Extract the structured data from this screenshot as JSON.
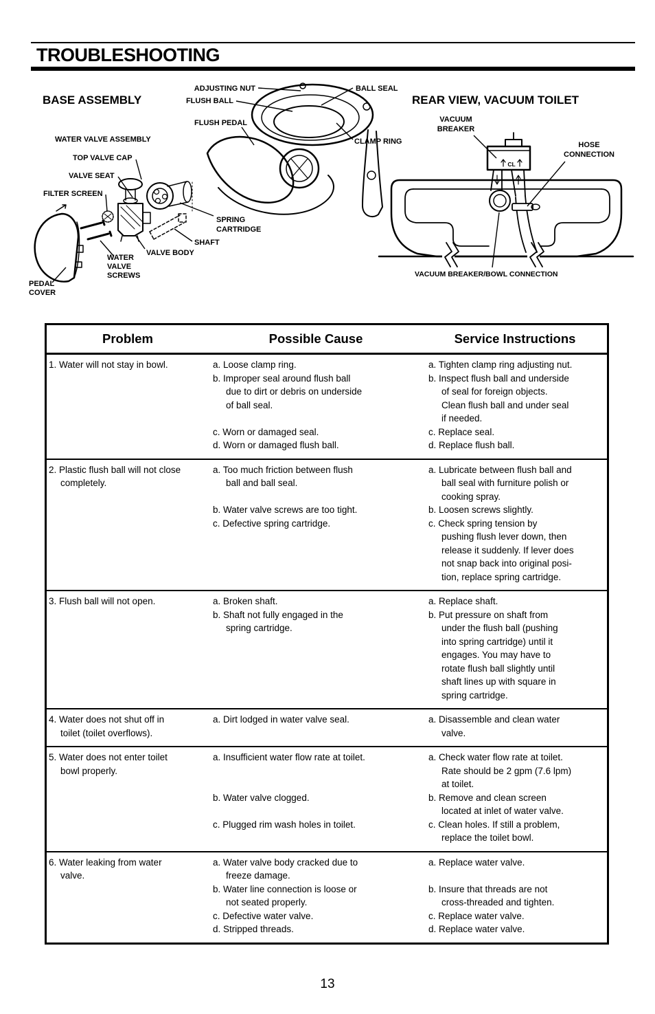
{
  "page": {
    "title": "TROUBLESHOOTING",
    "page_number": "13"
  },
  "diagrams": {
    "base": {
      "title": "BASE ASSEMBLY",
      "labels": {
        "adjusting_nut": "ADJUSTING NUT",
        "ball_seal": "BALL SEAL",
        "flush_ball": "FLUSH BALL",
        "flush_pedal": "FLUSH PEDAL",
        "clamp_ring": "CLAMP RING",
        "water_valve_assembly": "WATER VALVE ASSEMBLY",
        "top_valve_cap": "TOP VALVE CAP",
        "valve_seat": "VALVE SEAT",
        "filter_screen": "FILTER SCREEN",
        "spring_cartridge": [
          "SPRING",
          "CARTRIDGE"
        ],
        "shaft": "SHAFT",
        "valve_body": "VALVE BODY",
        "water_valve_screws": [
          "WATER",
          "VALVE",
          "SCREWS"
        ],
        "pedal_cover": [
          "PEDAL",
          "COVER"
        ]
      }
    },
    "rear": {
      "title": "REAR VIEW, VACUUM TOILET",
      "labels": {
        "vacuum_breaker": [
          "VACUUM",
          "BREAKER"
        ],
        "hose_connection": [
          "HOSE",
          "CONNECTION"
        ],
        "vacuum_breaker_bowl_connection": "VACUUM BREAKER/BOWL CONNECTION",
        "cl_mark": "CL"
      }
    }
  },
  "table": {
    "headers": [
      "Problem",
      "Possible Cause",
      "Service Instructions"
    ],
    "rows": [
      {
        "problem": {
          "m": "1.",
          "lines": [
            "Water will not stay in bowl."
          ]
        },
        "causes": [
          {
            "m": "a.",
            "lines": [
              "Loose clamp ring."
            ]
          },
          {
            "m": "b.",
            "lines": [
              "Improper seal around flush ball",
              "due to dirt or debris on underside",
              "of ball seal."
            ]
          },
          {
            "gap": 1
          },
          {
            "m": "c.",
            "lines": [
              "Worn or damaged seal."
            ]
          },
          {
            "m": "d.",
            "lines": [
              "Worn or damaged flush ball."
            ]
          }
        ],
        "instructions": [
          {
            "m": "a.",
            "lines": [
              "Tighten clamp ring adjusting nut."
            ]
          },
          {
            "m": "b.",
            "lines": [
              "Inspect flush ball and underside",
              "of seal for foreign objects.",
              "Clean flush ball and under seal",
              "if needed."
            ]
          },
          {
            "m": "c.",
            "lines": [
              "Replace seal."
            ]
          },
          {
            "m": "d.",
            "lines": [
              "Replace flush ball."
            ]
          }
        ]
      },
      {
        "problem": {
          "m": "2.",
          "lines": [
            "Plastic flush ball will not close",
            "completely."
          ]
        },
        "causes": [
          {
            "m": "a.",
            "lines": [
              "Too much friction between flush",
              "ball and ball seal."
            ]
          },
          {
            "gap": 1
          },
          {
            "m": "b.",
            "lines": [
              "Water valve screws are too tight."
            ]
          },
          {
            "m": "c.",
            "lines": [
              "Defective spring cartridge."
            ]
          }
        ],
        "instructions": [
          {
            "m": "a.",
            "lines": [
              "Lubricate between flush ball and",
              "ball seal with furniture polish or",
              "cooking spray."
            ]
          },
          {
            "m": "b.",
            "lines": [
              "Loosen screws slightly."
            ]
          },
          {
            "m": "c.",
            "lines": [
              "Check spring tension by",
              "pushing flush lever down, then",
              "release it suddenly. If lever does",
              "not snap back into original posi-",
              "tion, replace spring cartridge."
            ]
          }
        ]
      },
      {
        "problem": {
          "m": "3.",
          "lines": [
            "Flush ball will not open."
          ]
        },
        "causes": [
          {
            "m": "a.",
            "lines": [
              "Broken shaft."
            ]
          },
          {
            "m": "b.",
            "lines": [
              "Shaft not fully engaged in the",
              "spring cartridge."
            ]
          }
        ],
        "instructions": [
          {
            "m": "a.",
            "lines": [
              "Replace shaft."
            ]
          },
          {
            "m": "b.",
            "lines": [
              "Put pressure on shaft from",
              "under the flush ball (pushing",
              "into spring cartridge) until it",
              "engages. You may have to",
              "rotate flush ball slightly until",
              "shaft lines up with square in",
              "spring cartridge."
            ]
          }
        ]
      },
      {
        "problem": {
          "m": "4.",
          "lines": [
            "Water does not shut off in",
            "toilet (toilet overflows)."
          ]
        },
        "causes": [
          {
            "m": "a.",
            "lines": [
              "Dirt lodged in water valve seal."
            ]
          }
        ],
        "instructions": [
          {
            "m": "a.",
            "lines": [
              "Disassemble and clean water",
              "valve."
            ]
          }
        ]
      },
      {
        "problem": {
          "m": "5.",
          "lines": [
            "Water does not enter toilet",
            "bowl properly."
          ]
        },
        "causes": [
          {
            "m": "a.",
            "lines": [
              "Insufficient water flow rate at toilet."
            ]
          },
          {
            "gap": 2
          },
          {
            "m": "b.",
            "lines": [
              "Water valve clogged."
            ]
          },
          {
            "gap": 1
          },
          {
            "m": "c.",
            "lines": [
              "Plugged rim wash holes in toilet."
            ]
          }
        ],
        "instructions": [
          {
            "m": "a.",
            "lines": [
              "Check water flow rate at toilet.",
              "Rate should be 2 gpm (7.6 lpm)",
              "at toilet."
            ]
          },
          {
            "m": "b.",
            "lines": [
              "Remove and clean screen",
              "located at inlet of water valve."
            ]
          },
          {
            "m": "c.",
            "lines": [
              "Clean holes. If still a problem,",
              "replace the toilet bowl."
            ]
          }
        ]
      },
      {
        "problem": {
          "m": "6.",
          "lines": [
            "Water leaking from water",
            "valve."
          ]
        },
        "causes": [
          {
            "m": "a.",
            "lines": [
              "Water valve body cracked due to",
              "freeze damage."
            ]
          },
          {
            "m": "b.",
            "lines": [
              "Water line connection is loose or",
              "not seated properly."
            ]
          },
          {
            "m": "c.",
            "lines": [
              "Defective water valve."
            ]
          },
          {
            "m": "d.",
            "lines": [
              "Stripped threads."
            ]
          }
        ],
        "instructions": [
          {
            "m": "a.",
            "lines": [
              "Replace water valve."
            ]
          },
          {
            "gap": 1
          },
          {
            "m": "b.",
            "lines": [
              "Insure that threads are not",
              "cross-threaded and tighten."
            ]
          },
          {
            "m": "c.",
            "lines": [
              "Replace water valve."
            ]
          },
          {
            "m": "d.",
            "lines": [
              "Replace water valve."
            ]
          }
        ]
      }
    ]
  }
}
